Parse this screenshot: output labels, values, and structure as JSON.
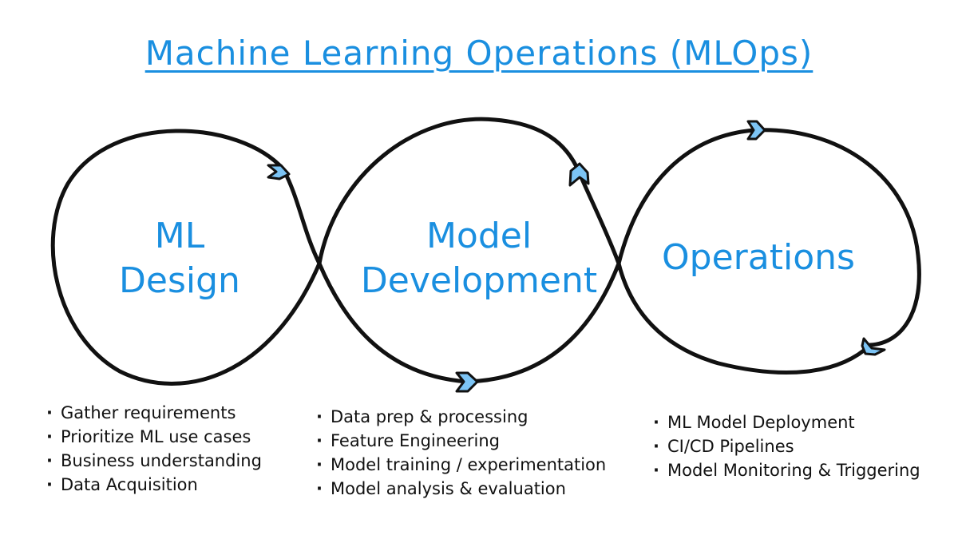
{
  "title": "Machine Learning Operations (MLOps)",
  "colors": {
    "accent": "#1a8fe0",
    "stroke": "#111111",
    "arrow_fill": "#7cc4f5"
  },
  "stages": [
    {
      "id": "ml-design",
      "label_lines": [
        "ML",
        "Design"
      ],
      "bullets": [
        "Gather requirements",
        "Prioritize ML use cases",
        "Business understanding",
        "Data Acquisition"
      ]
    },
    {
      "id": "model-development",
      "label_lines": [
        "Model",
        "Development"
      ],
      "bullets": [
        "Data prep & processing",
        "Feature Engineering",
        "Model training / experimentation",
        "Model analysis & evaluation"
      ]
    },
    {
      "id": "operations",
      "label_lines": [
        "Operations"
      ],
      "bullets": [
        "ML Model Deployment",
        "CI/CD Pipelines",
        "Model Monitoring & Triggering"
      ]
    }
  ]
}
